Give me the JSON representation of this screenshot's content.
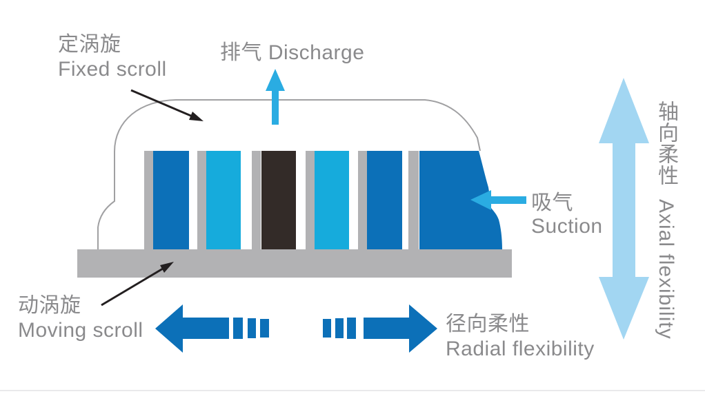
{
  "figure_title": "scroll compressor flexibility diagram",
  "colors": {
    "bar_blue": "#0c70b8",
    "bar_cyan": "#16abdc",
    "bar_black": "#332b28",
    "metal_gray": "#b2b2b4",
    "outline_gray": "#a0a0a2",
    "flow_cyan": "#2aace2",
    "radial_blue": "#0c70b8",
    "axial_pale_blue": "#a2d6f2",
    "label_gray": "#8a8a8c",
    "pointer_black": "#231f20"
  },
  "labels": {
    "fixed_scroll": {
      "cn": "定涡旋",
      "en": "Fixed scroll"
    },
    "discharge": {
      "text": "排气 Discharge"
    },
    "suction": {
      "cn": "吸气",
      "en": "Suction"
    },
    "moving_scroll": {
      "cn": "动涡旋",
      "en": "Moving scroll"
    },
    "radial_flexibility": {
      "cn": "径向柔性",
      "en": "Radial flexibility"
    },
    "axial_flexibility": {
      "cn": "轴向柔性",
      "en": "Axial flexibility"
    }
  },
  "icons": {
    "discharge_arrow": "up-arrow",
    "suction_arrow": "left-arrow",
    "axial_arrow": "vertical-double-arrow",
    "radial_left_arrow": "left-arrow-with-dashes",
    "radial_right_arrow": "right-arrow-with-dashes",
    "fixed_scroll_pointer": "diagonal-arrow",
    "moving_scroll_pointer": "diagonal-arrow"
  },
  "wrap_sequence": [
    "blue",
    "cyan",
    "black",
    "cyan",
    "blue",
    "blue-body"
  ]
}
